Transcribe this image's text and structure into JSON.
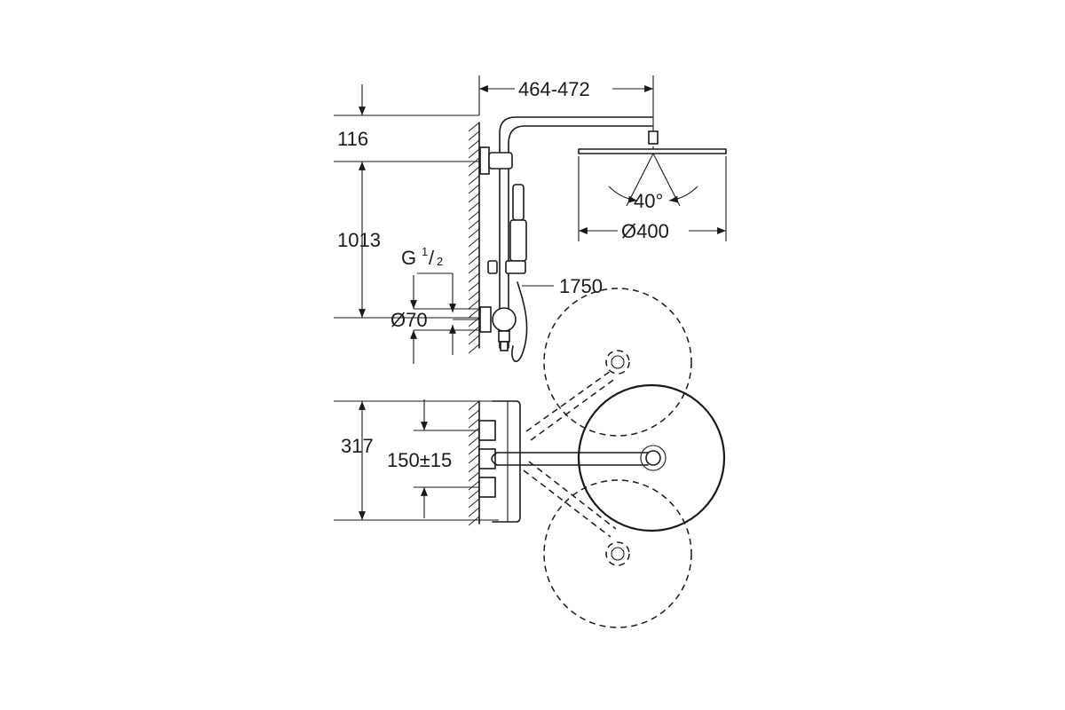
{
  "dimensions": {
    "top_height": "116",
    "column_height": "1013",
    "arm_length": "464-472",
    "spray_angle": "40°",
    "head_diameter": "Ø400",
    "thread_main": "G",
    "thread_num": "1",
    "thread_den": "2",
    "flange_diameter": "Ø70",
    "hose_length": "1750",
    "mixer_height": "317",
    "inlet_spacing": "150±15"
  }
}
